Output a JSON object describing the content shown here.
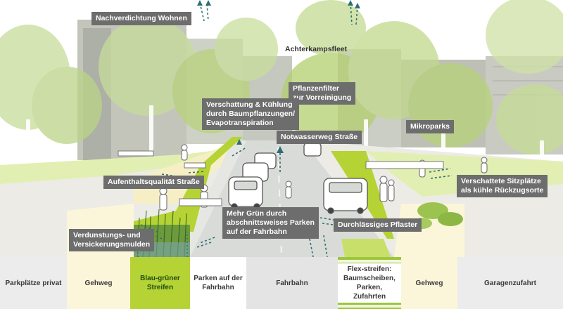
{
  "callouts": {
    "nachverdichtung": "Nachverdichtung Wohnen",
    "achterkampsfleet": "Achterkampsfleet",
    "pflanzenfilter": "Pflanzenfilter\nzur Vorreinigung",
    "verschattung": "Verschattung & Kühlung\ndurch Baumpflanzungen/\nEvapotranspiration",
    "notwasserweg": "Notwasserweg Straße",
    "mikroparks": "Mikroparks",
    "aufenthaltsqualitaet": "Aufenthaltsqualität Straße",
    "mehr_gruen": "Mehr Grün durch\nabschnittsweises Parken\nauf der Fahrbahn",
    "durchlaessiges_pflaster": "Durchlässiges Pflaster",
    "verschattete_sitzplaetze": "Verschattete Sitzplätze\nals kühle Rückzugsorte",
    "verdunstung": "Verdunstungs- und\nVersickerungsmulden"
  },
  "section_labels": [
    "Parkplätze privat",
    "Gehweg",
    "Blau-grüner\nStreifen",
    "Parken auf der\nFahrbahn",
    "Fahrbahn",
    "Flex-streifen:\nBaumscheiben,\nParken, Zufahrten",
    "Gehweg",
    "Garagenzufahrt"
  ],
  "colors": {
    "sky": "#ffffff",
    "tree_light": "#c8dc9a",
    "tree_mid": "#a9c96a",
    "building": "#a3a79a",
    "grass_bright": "#b5d334",
    "road": "#d9dbd8",
    "sidewalk": "#ecebe6",
    "yellow_band": "#fbf6da",
    "swale": "#6c9a3c",
    "arrow": "#2f6f73",
    "callout_bg": "#6d6d6d"
  },
  "icons": [
    "upward-arrow-icon",
    "water-flow-arrow-icon",
    "car-icon",
    "person-icon",
    "tree-icon"
  ]
}
